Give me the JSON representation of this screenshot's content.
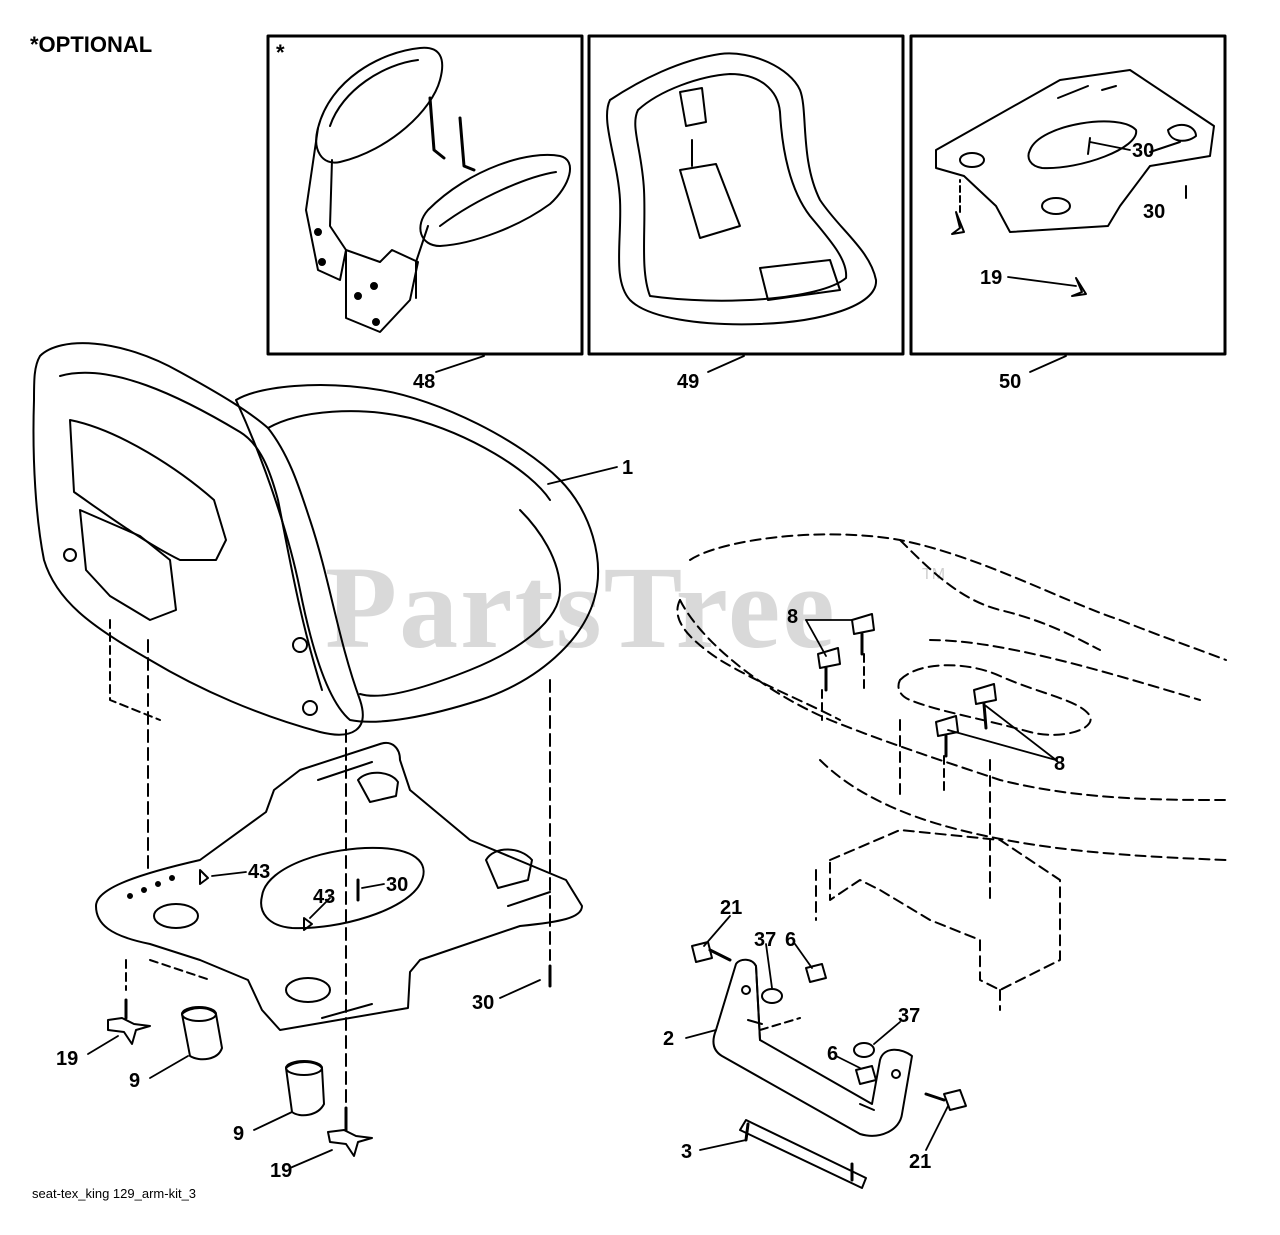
{
  "header": {
    "optional_note": "*OPTIONAL",
    "optional_marker": "*"
  },
  "watermark": {
    "brand": "PartsTree",
    "tm": "TM"
  },
  "footer": {
    "drawing_id": "seat-tex_king 129_arm-kit_3"
  },
  "callouts": [
    {
      "id": "c48",
      "text": "48"
    },
    {
      "id": "c49",
      "text": "49"
    },
    {
      "id": "c50",
      "text": "50"
    },
    {
      "id": "c30a",
      "text": "30"
    },
    {
      "id": "c30b",
      "text": "30"
    },
    {
      "id": "c19a",
      "text": "19"
    },
    {
      "id": "c1",
      "text": "1"
    },
    {
      "id": "c8a",
      "text": "8"
    },
    {
      "id": "c8b",
      "text": "8"
    },
    {
      "id": "c43a",
      "text": "43"
    },
    {
      "id": "c43b",
      "text": "43"
    },
    {
      "id": "c30c",
      "text": "30"
    },
    {
      "id": "c30d",
      "text": "30"
    },
    {
      "id": "c21a",
      "text": "21"
    },
    {
      "id": "c37a",
      "text": "37"
    },
    {
      "id": "c6a",
      "text": "6"
    },
    {
      "id": "c2",
      "text": "2"
    },
    {
      "id": "c37b",
      "text": "37"
    },
    {
      "id": "c6b",
      "text": "6"
    },
    {
      "id": "c19b",
      "text": "19"
    },
    {
      "id": "c9a",
      "text": "9"
    },
    {
      "id": "c9b",
      "text": "9"
    },
    {
      "id": "c3",
      "text": "3"
    },
    {
      "id": "c21b",
      "text": "21"
    },
    {
      "id": "c19c",
      "text": "19"
    }
  ]
}
